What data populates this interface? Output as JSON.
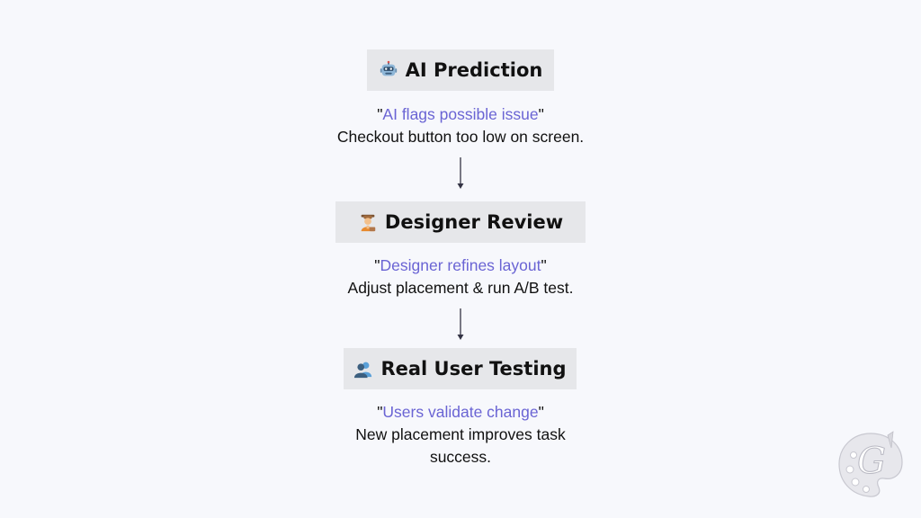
{
  "steps": [
    {
      "title": "AI Prediction",
      "icon": "robot-icon",
      "quote": "AI flags possible issue",
      "detail_lines": [
        "Checkout button too low on screen."
      ]
    },
    {
      "title": "Designer Review",
      "icon": "designer-icon",
      "quote": "Designer refines layout",
      "detail_lines": [
        "Adjust placement & run A/B test."
      ]
    },
    {
      "title": "Real User Testing",
      "icon": "users-icon",
      "quote": "Users validate change",
      "detail_lines": [
        "New placement improves task",
        "success."
      ]
    }
  ],
  "logo": {
    "icon": "palette-logo-icon",
    "letter": "G"
  },
  "colors": {
    "background": "#f7f8fc",
    "box": "#e6e7ea",
    "accent": "#6a64d4",
    "text": "#111111"
  }
}
